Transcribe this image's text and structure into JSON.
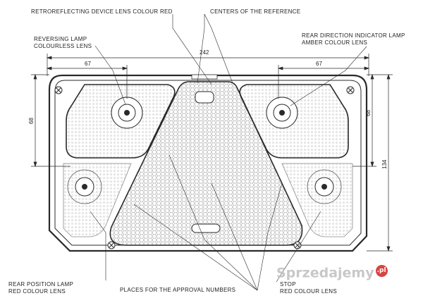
{
  "labels": {
    "retroreflecting": "RETROREFLECTING DEVICE LENS COLOUR RED",
    "centers": "CENTERS OF THE REFERENCE",
    "reversing_1": "REVERSING LAMP",
    "reversing_2": "COLOURLESS LENS",
    "direction_1": "REAR DIRECTION INDICATOR LAMP",
    "direction_2": "AMBER COLOUR LENS",
    "position_1": "REAR POSITION LAMP",
    "position_2": "RED COLOUR LENS",
    "approval": "PLACES FOR THE APPROVAL NUMBERS",
    "stop_1": "STOP",
    "stop_2": "RED COLOUR LENS"
  },
  "dimensions": {
    "overall_width": "242",
    "left_width": "67",
    "right_width": "67",
    "left_height": "68",
    "right_height": "68",
    "overall_height": "134"
  },
  "watermark": {
    "text": "Sprzedajemy",
    "suffix": ".pl"
  },
  "colors": {
    "line": "#2a2a2a",
    "hatch": "#8a8a8a",
    "watermark_badge": "#d64541"
  }
}
